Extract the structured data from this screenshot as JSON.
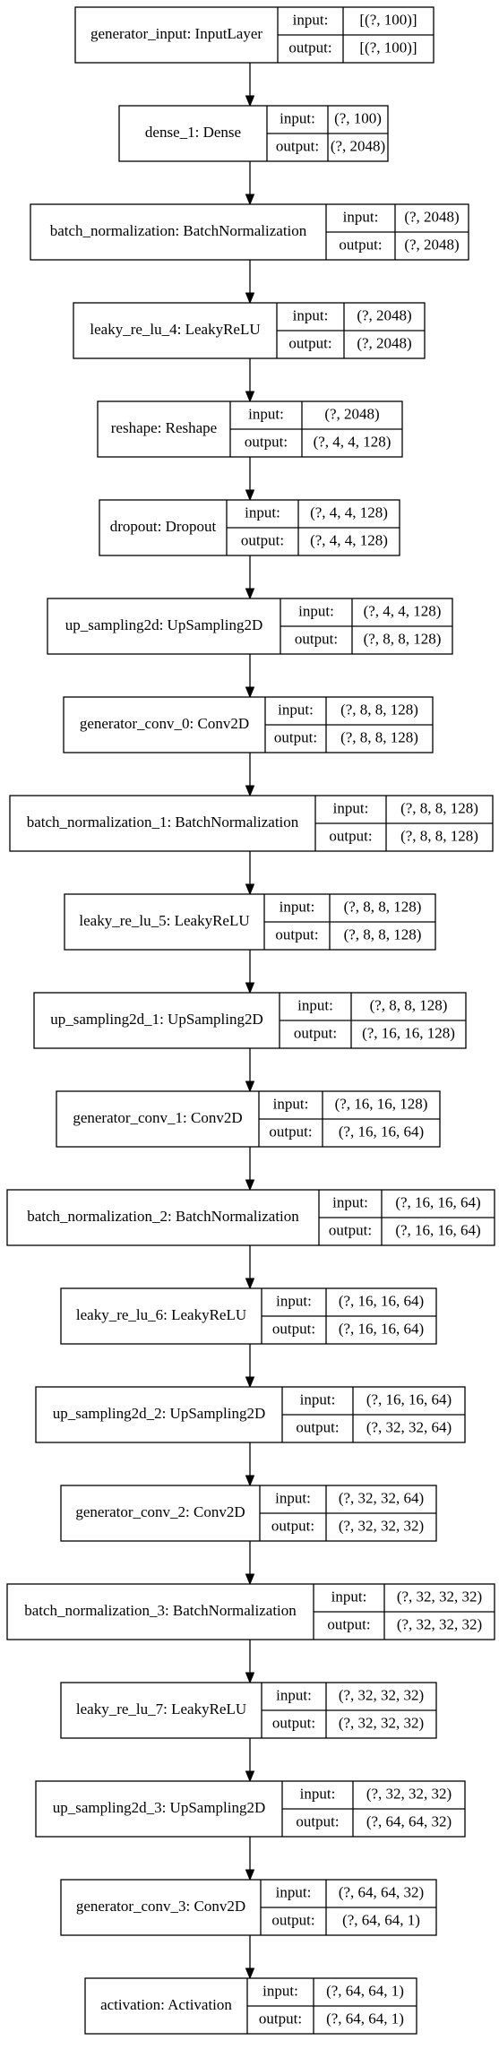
{
  "port_labels": {
    "input": "input:",
    "output": "output:"
  },
  "layers": [
    {
      "name": "generator_input: InputLayer",
      "input": "[(?, 100)]",
      "output": "[(?, 100)]"
    },
    {
      "name": "dense_1: Dense",
      "input": "(?, 100)",
      "output": "(?, 2048)"
    },
    {
      "name": "batch_normalization: BatchNormalization",
      "input": "(?, 2048)",
      "output": "(?, 2048)"
    },
    {
      "name": "leaky_re_lu_4: LeakyReLU",
      "input": "(?, 2048)",
      "output": "(?, 2048)"
    },
    {
      "name": "reshape: Reshape",
      "input": "(?, 2048)",
      "output": "(?, 4, 4, 128)"
    },
    {
      "name": "dropout: Dropout",
      "input": "(?, 4, 4, 128)",
      "output": "(?, 4, 4, 128)"
    },
    {
      "name": "up_sampling2d: UpSampling2D",
      "input": "(?, 4, 4, 128)",
      "output": "(?, 8, 8, 128)"
    },
    {
      "name": "generator_conv_0: Conv2D",
      "input": "(?, 8, 8, 128)",
      "output": "(?, 8, 8, 128)"
    },
    {
      "name": "batch_normalization_1: BatchNormalization",
      "input": "(?, 8, 8, 128)",
      "output": "(?, 8, 8, 128)"
    },
    {
      "name": "leaky_re_lu_5: LeakyReLU",
      "input": "(?, 8, 8, 128)",
      "output": "(?, 8, 8, 128)"
    },
    {
      "name": "up_sampling2d_1: UpSampling2D",
      "input": "(?, 8, 8, 128)",
      "output": "(?, 16, 16, 128)"
    },
    {
      "name": "generator_conv_1: Conv2D",
      "input": "(?, 16, 16, 128)",
      "output": "(?, 16, 16, 64)"
    },
    {
      "name": "batch_normalization_2: BatchNormalization",
      "input": "(?, 16, 16, 64)",
      "output": "(?, 16, 16, 64)"
    },
    {
      "name": "leaky_re_lu_6: LeakyReLU",
      "input": "(?, 16, 16, 64)",
      "output": "(?, 16, 16, 64)"
    },
    {
      "name": "up_sampling2d_2: UpSampling2D",
      "input": "(?, 16, 16, 64)",
      "output": "(?, 32, 32, 64)"
    },
    {
      "name": "generator_conv_2: Conv2D",
      "input": "(?, 32, 32, 64)",
      "output": "(?, 32, 32, 32)"
    },
    {
      "name": "batch_normalization_3: BatchNormalization",
      "input": "(?, 32, 32, 32)",
      "output": "(?, 32, 32, 32)"
    },
    {
      "name": "leaky_re_lu_7: LeakyReLU",
      "input": "(?, 32, 32, 32)",
      "output": "(?, 32, 32, 32)"
    },
    {
      "name": "up_sampling2d_3: UpSampling2D",
      "input": "(?, 32, 32, 32)",
      "output": "(?, 64, 64, 32)"
    },
    {
      "name": "generator_conv_3: Conv2D",
      "input": "(?, 64, 64, 32)",
      "output": "(?, 64, 64, 1)"
    },
    {
      "name": "activation: Activation",
      "input": "(?, 64, 64, 1)",
      "output": "(?, 64, 64, 1)"
    }
  ]
}
